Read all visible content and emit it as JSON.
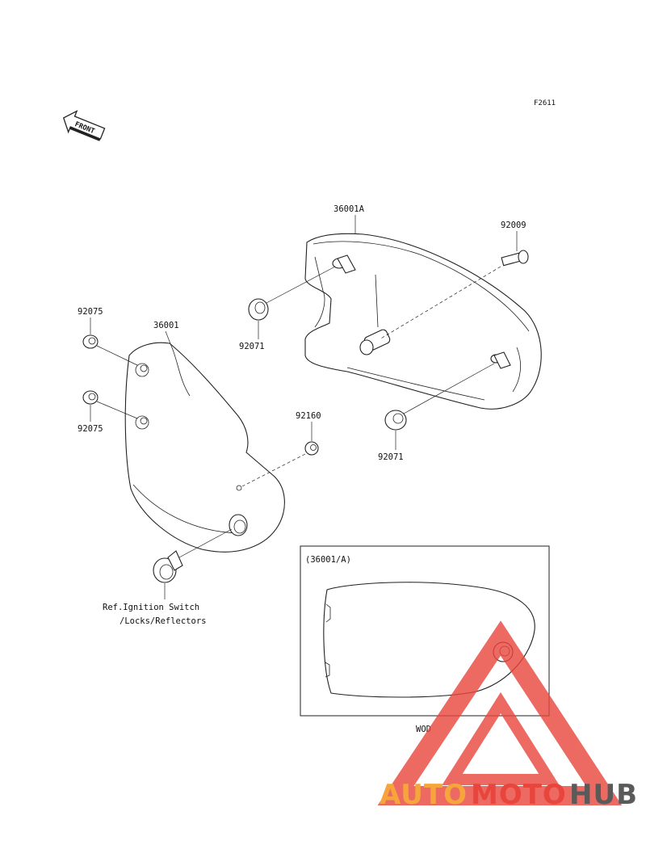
{
  "figure_code": "F2611",
  "front_arrow_label": "FRONT",
  "parts": {
    "cover_right_label": "36001A",
    "cover_left_label": "36001",
    "bolt_label": "92009",
    "grommet_upper_left": "92075",
    "grommet_lower_left": "92075",
    "grommet_right_top": "92071",
    "grommet_right_bottom": "92071",
    "damper_label": "92160"
  },
  "reference_note": {
    "line1": "Ref.Ignition Switch",
    "line2": "/Locks/Reflectors"
  },
  "inset": {
    "title": "(36001/A)",
    "caption": "WOD"
  },
  "watermark": {
    "part1": "AUTO",
    "part2": "MOTO",
    "part3": "HUB",
    "color_orange": "#f5a53c",
    "color_red": "#e8453c",
    "color_gray": "#5a5a5a"
  }
}
